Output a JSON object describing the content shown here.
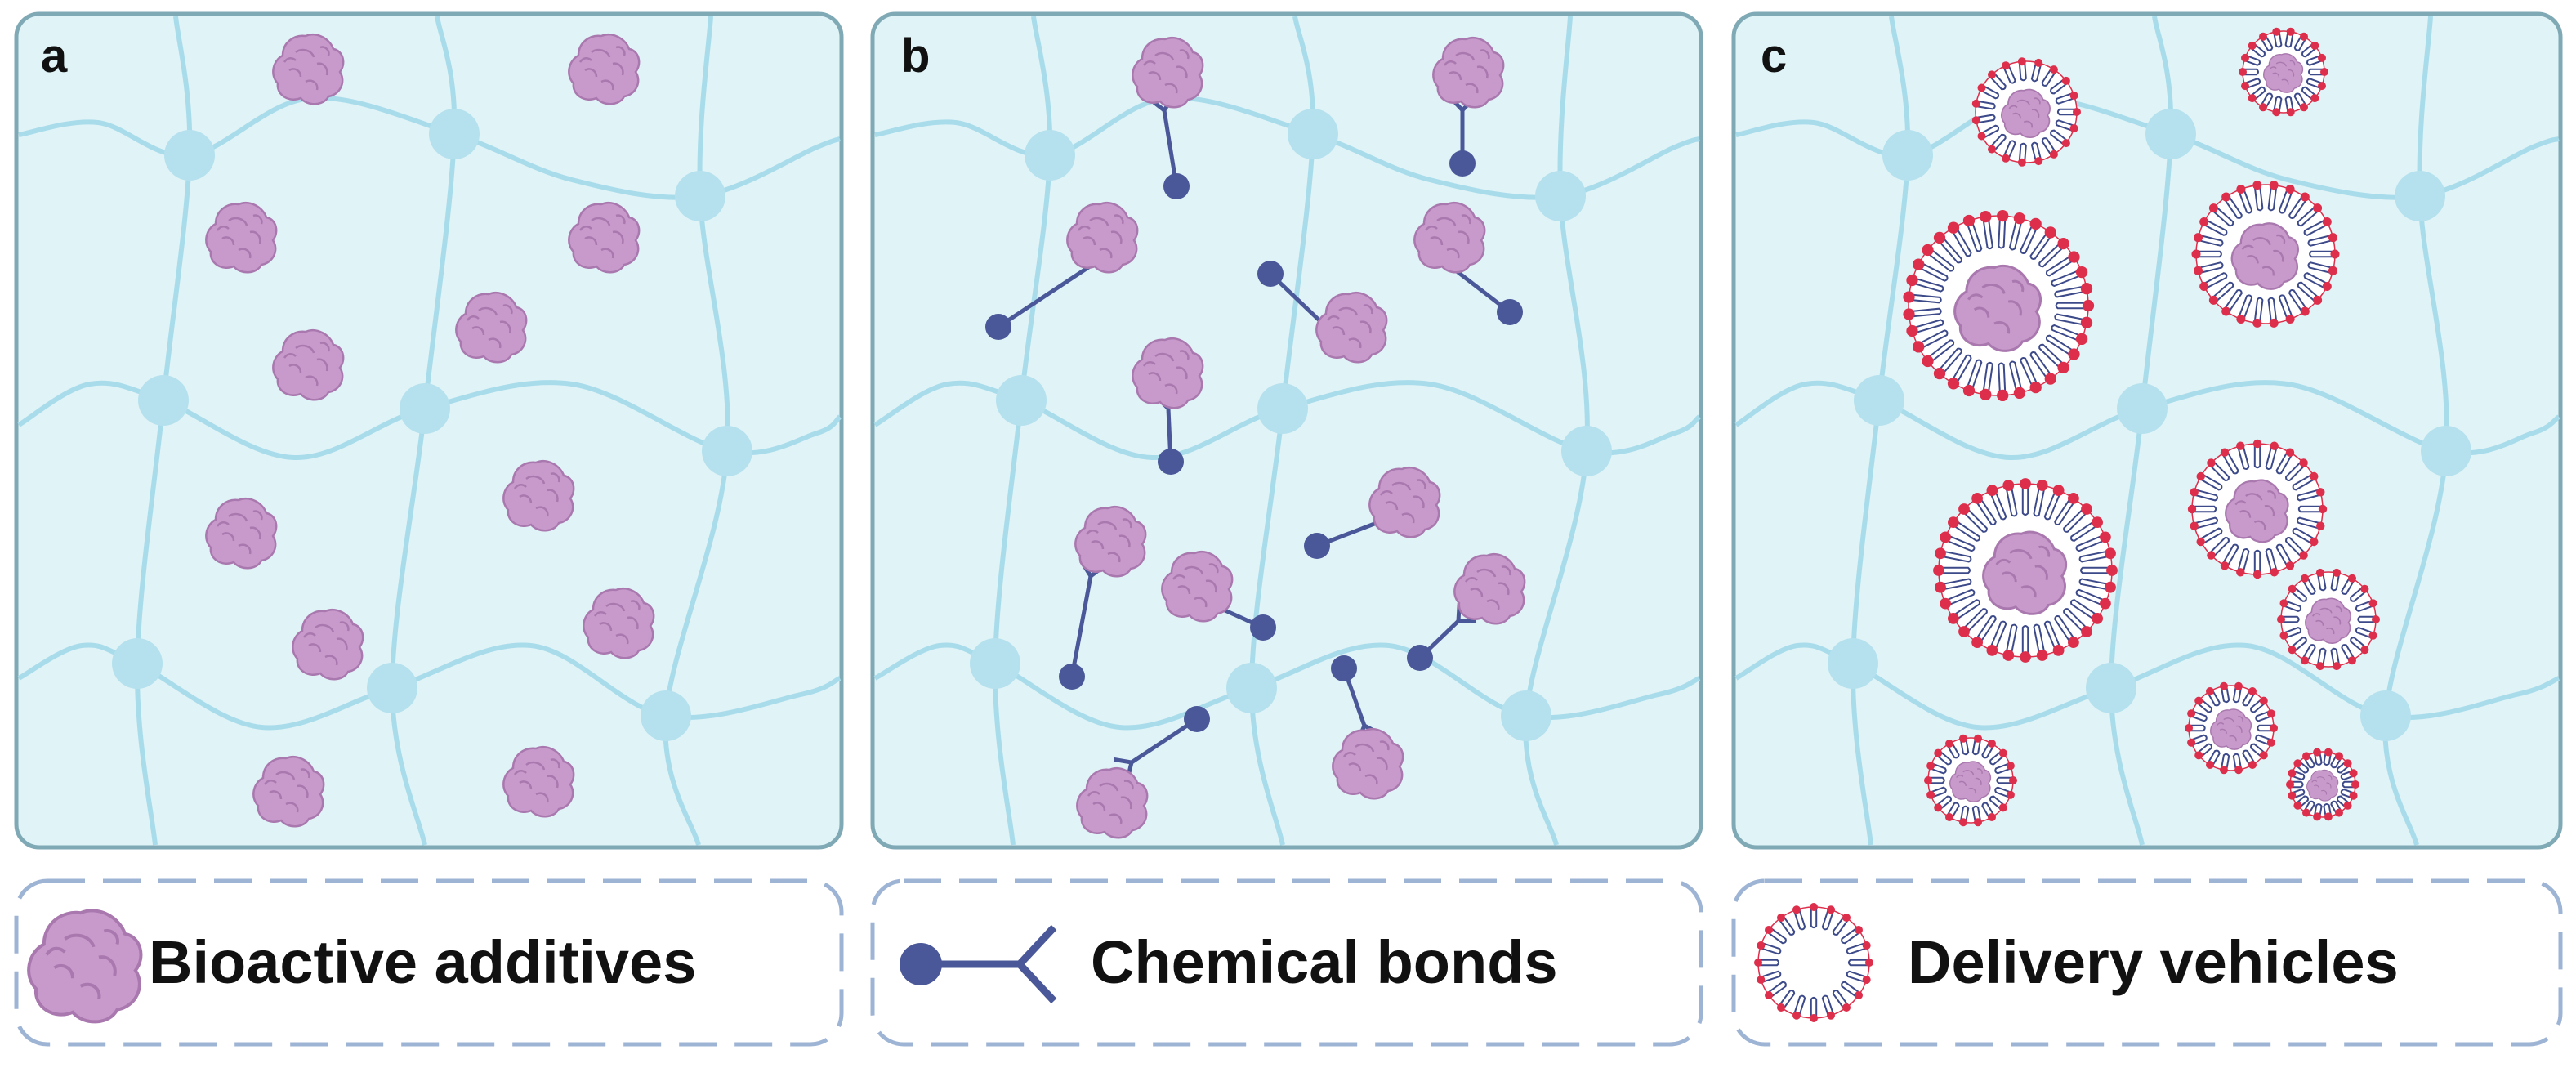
{
  "panels": [
    {
      "id": "a",
      "label": "a"
    },
    {
      "id": "b",
      "label": "b"
    },
    {
      "id": "c",
      "label": "c"
    }
  ],
  "legend": {
    "bioactive": "Bioactive additives",
    "bonds": "Chemical bonds",
    "vehicles": "Delivery vehicles"
  },
  "colors": {
    "panel_fill": "#e0f3f7",
    "panel_border": "#7fa9b5",
    "network": "#a9dceb",
    "node": "#b5e1ee",
    "additive": "#c89acb",
    "additive_stroke": "#a978ae",
    "bond": "#4a5899",
    "vehicle_head": "#dd2f4b",
    "vehicle_tail": "#3d4a8a",
    "legend_border": "#9eb4d4"
  },
  "icons": [
    "bioactive-additive-icon",
    "chemical-bond-icon",
    "delivery-vehicle-icon"
  ]
}
